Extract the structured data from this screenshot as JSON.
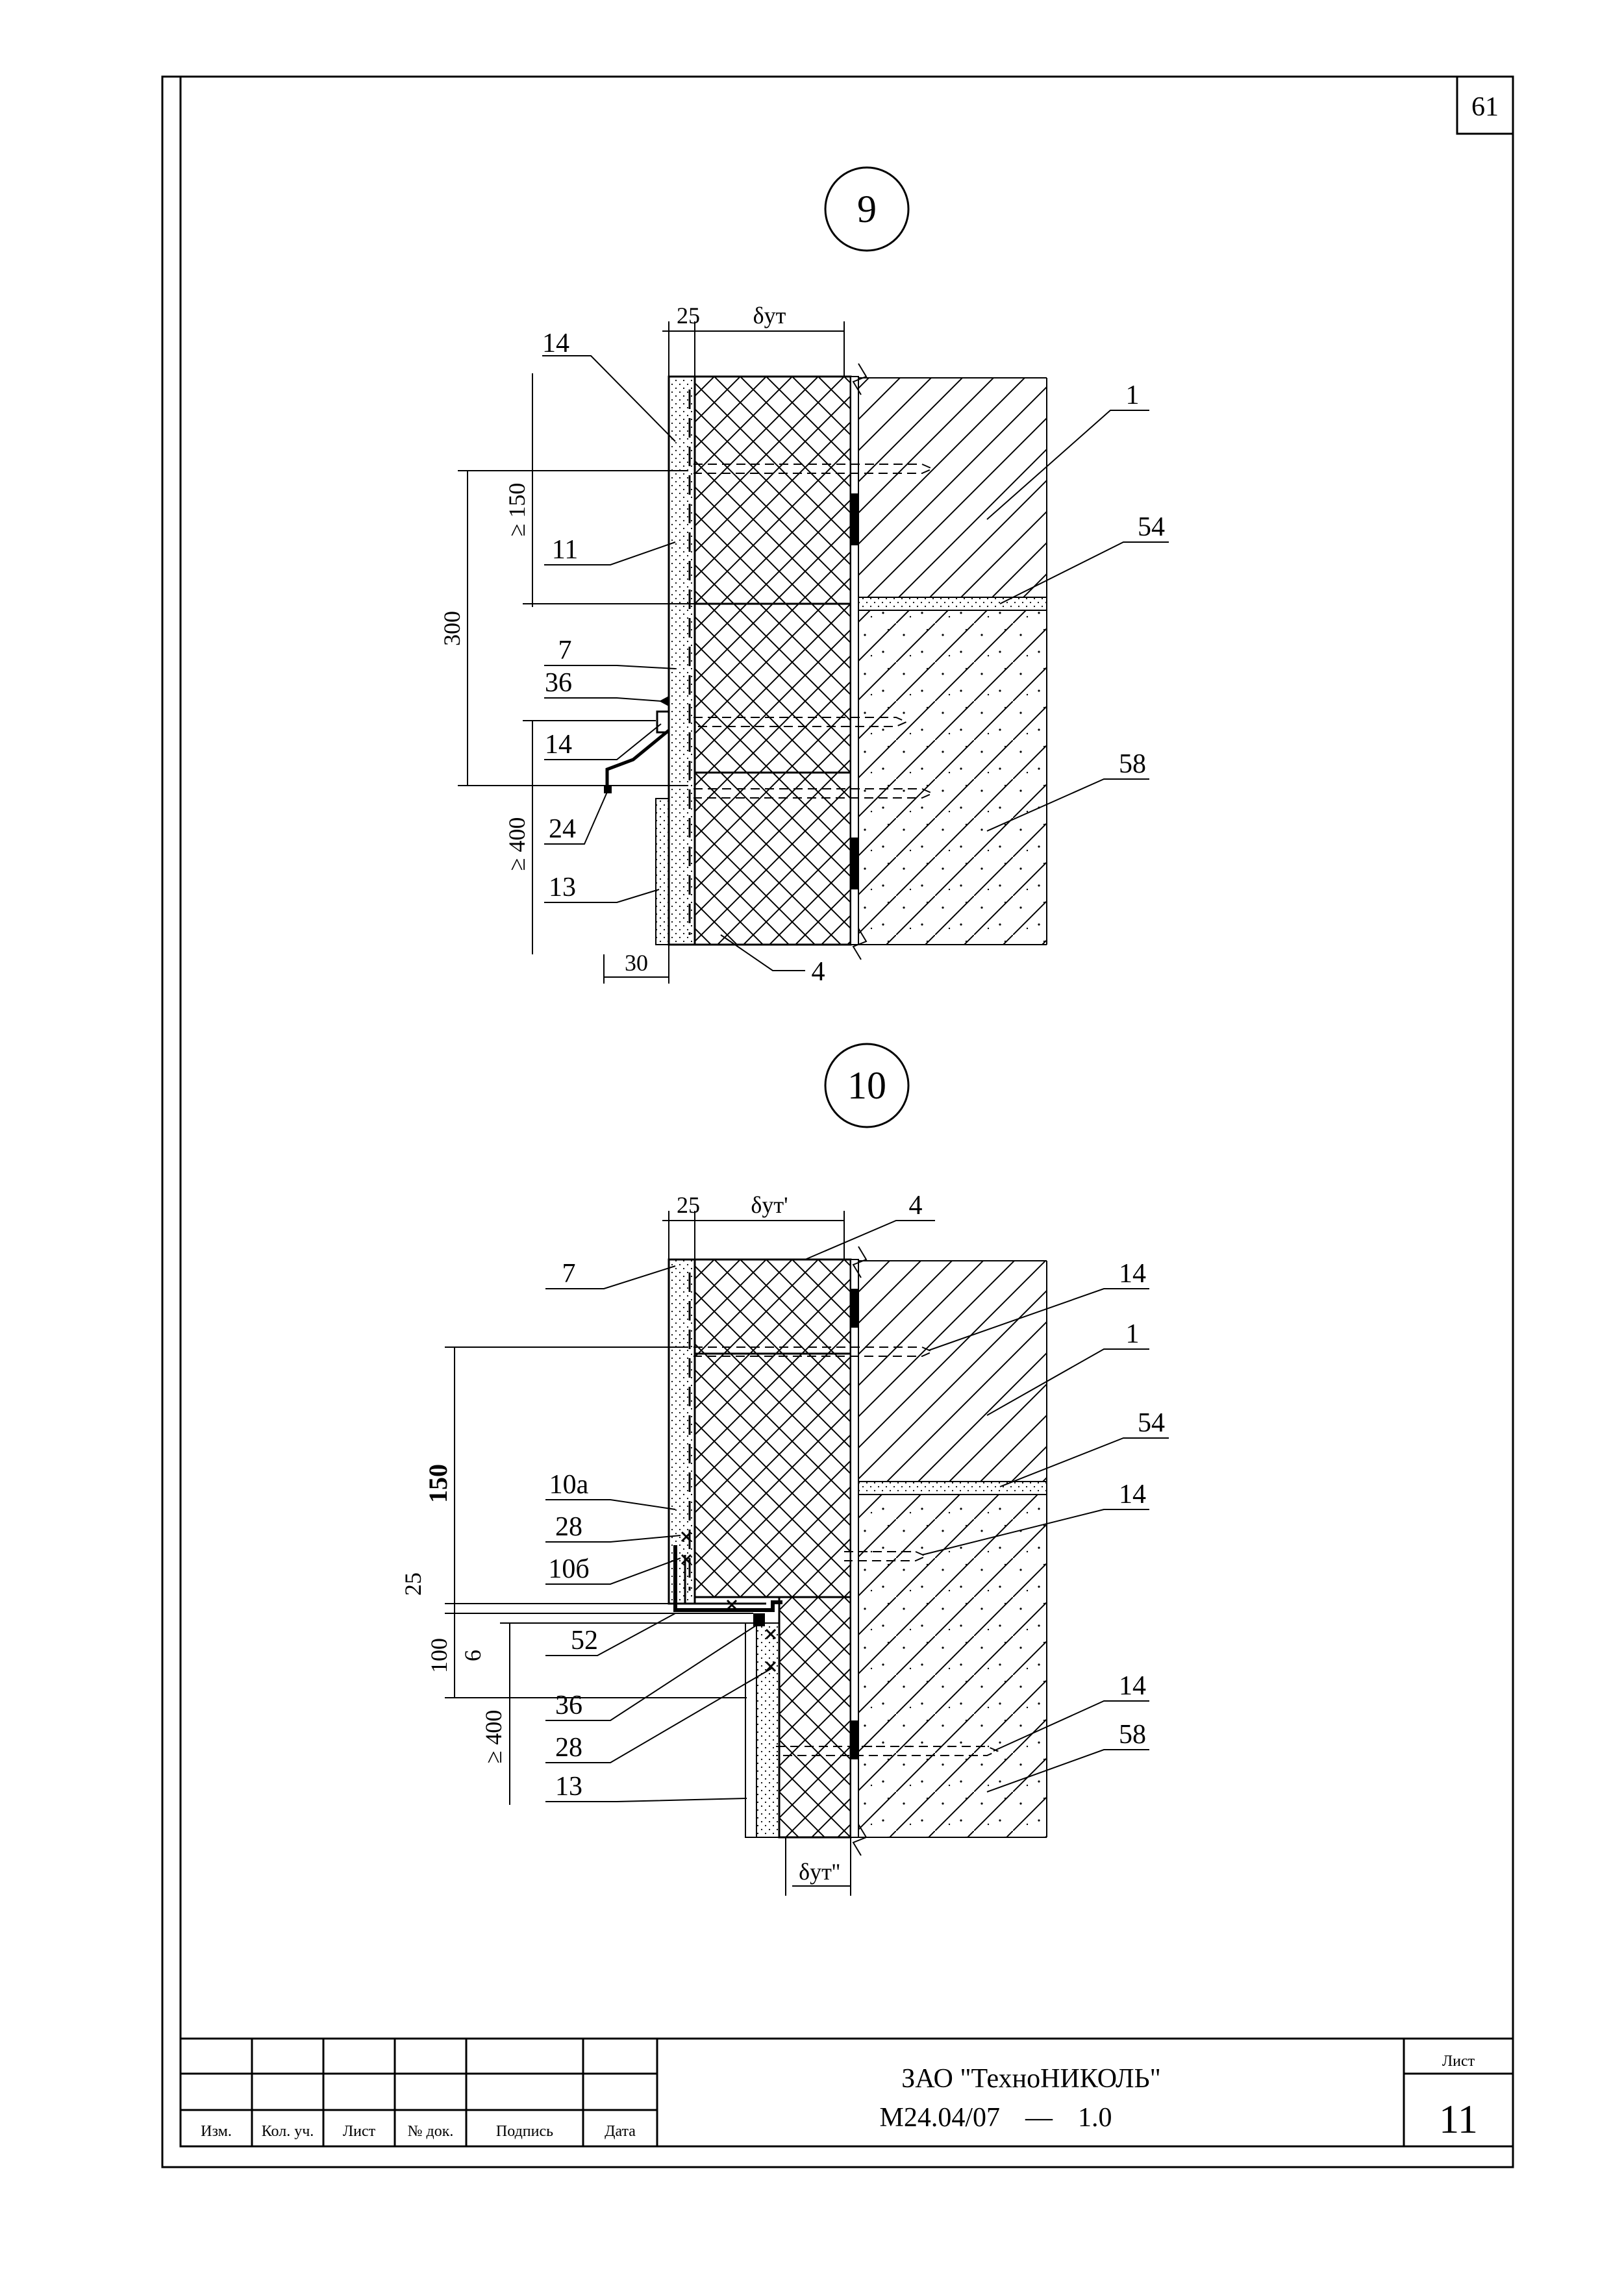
{
  "page_number": "61",
  "detail_9": {
    "number": "9",
    "dims": {
      "d25": "25",
      "d_ins": "δут",
      "d150": "≥ 150",
      "d300": "300",
      "d400": "≥ 400",
      "d30": "30"
    },
    "callouts": [
      "14",
      "1",
      "54",
      "11",
      "7",
      "36",
      "14",
      "24",
      "58",
      "13",
      "4"
    ]
  },
  "detail_10": {
    "number": "10",
    "dims": {
      "d25": "25",
      "d_ins1": "δут'",
      "d150": "150",
      "d25b": "25",
      "d100": "100",
      "d6": "6",
      "d400": "≥ 400",
      "d_ins2": "δут''"
    },
    "callouts": [
      "4",
      "7",
      "14",
      "1",
      "54",
      "10а",
      "14",
      "28",
      "10б",
      "52",
      "36",
      "28",
      "13",
      "14",
      "58"
    ]
  },
  "title_block": {
    "headers": [
      "Изм.",
      "Кол. уч.",
      "Лист",
      "№ док.",
      "Подпись",
      "Дата"
    ],
    "company": "ЗАО \"ТехноНИКОЛЬ\"",
    "doc_code": "М24.04/07",
    "doc_dash": "—",
    "doc_rev": "1.0",
    "sheet_label": "Лист",
    "sheet_no": "11"
  }
}
